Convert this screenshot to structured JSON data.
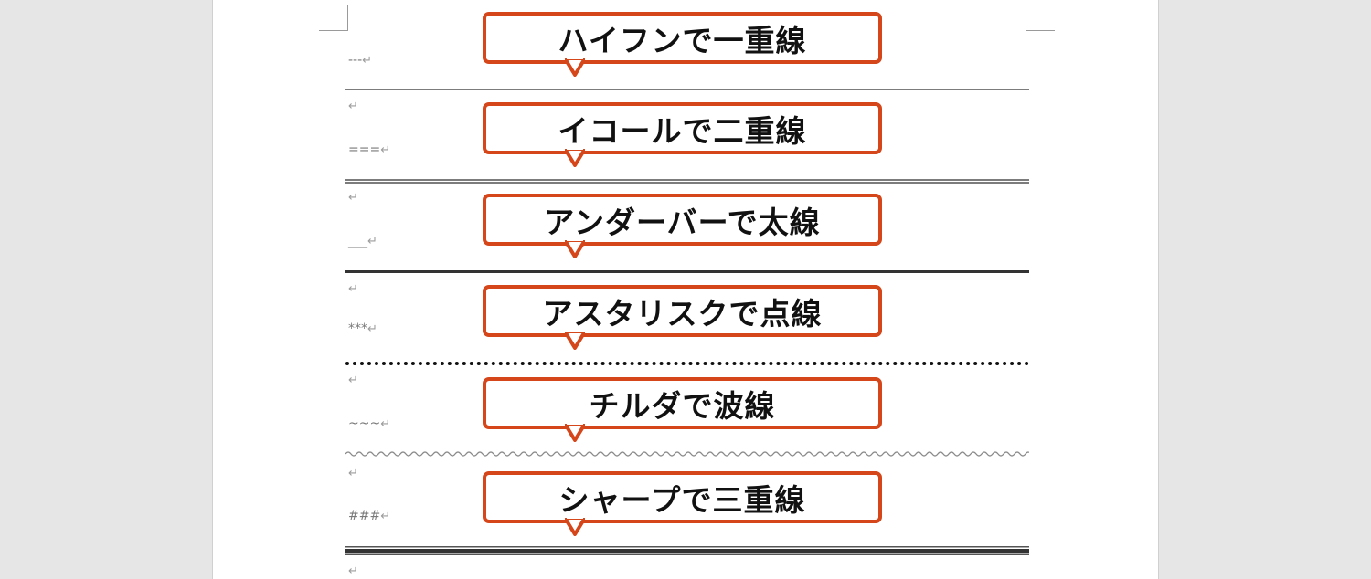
{
  "document": {
    "paragraph_mark": "↵",
    "entries": [
      {
        "typed": "---",
        "label": "ハイフンで一重線",
        "line": "single"
      },
      {
        "typed": "===",
        "label": "イコールで二重線",
        "line": "double"
      },
      {
        "typed": "___",
        "label": "アンダーバーで太線",
        "line": "thick"
      },
      {
        "typed": "***",
        "label": "アスタリスクで点線",
        "line": "dotted"
      },
      {
        "typed": "~~~",
        "label": "チルダで波線",
        "line": "wave"
      },
      {
        "typed": "###",
        "label": "シャープで三重線",
        "line": "triple"
      }
    ]
  },
  "colors": {
    "callout_border": "#d5461b",
    "page_background": "#ffffff",
    "app_background": "#e6e6e6"
  }
}
